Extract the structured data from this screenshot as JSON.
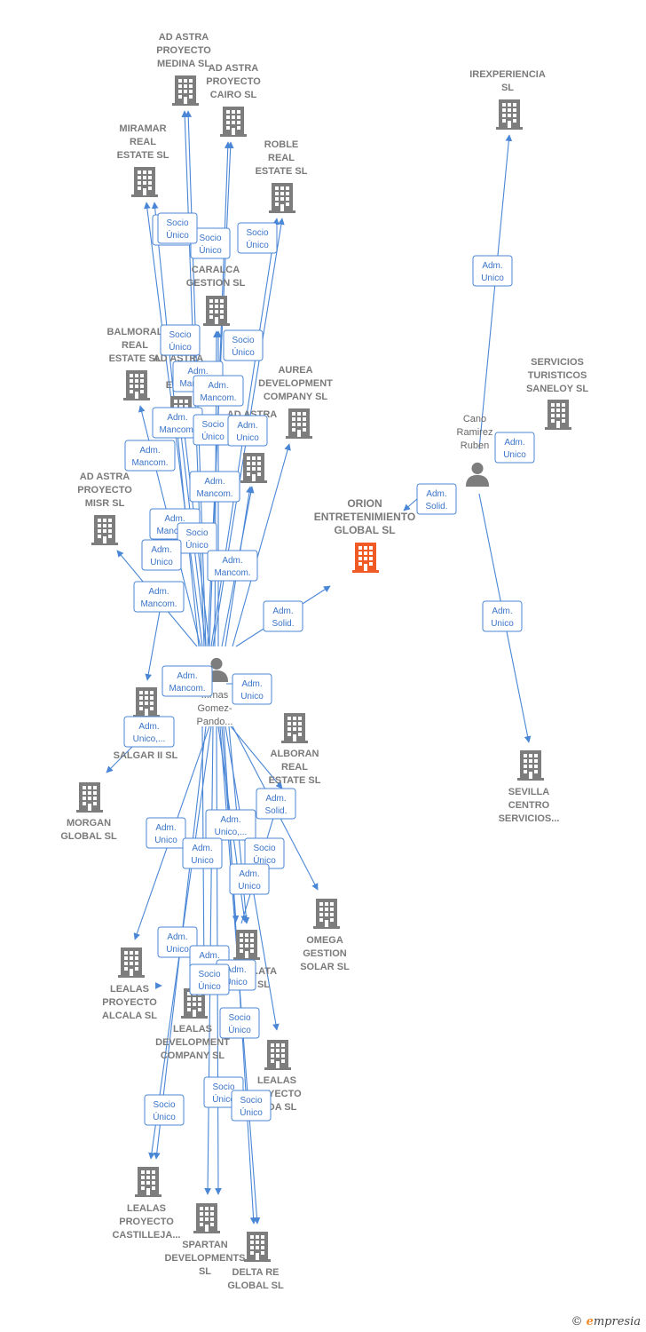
{
  "colors": {
    "edge": "#4a86d6",
    "building": "#7d7d7d",
    "focus_building": "#f05a24",
    "person": "#7d7d7d"
  },
  "nodes": [
    {
      "id": "ad_astra_medina",
      "type": "company",
      "label": [
        "AD ASTRA",
        "PROYECTO",
        "MEDINA  SL"
      ]
    },
    {
      "id": "ad_astra_cairo",
      "type": "company",
      "label": [
        "AD ASTRA",
        "PROYECTO",
        "CAIRO  SL"
      ]
    },
    {
      "id": "miramar",
      "type": "company",
      "label": [
        "MIRAMAR",
        "REAL",
        "ESTATE  SL"
      ]
    },
    {
      "id": "roble",
      "type": "company",
      "label": [
        "ROBLE",
        "REAL",
        "ESTATE  SL"
      ]
    },
    {
      "id": "caralca",
      "type": "company",
      "label": [
        "CARALCA",
        "GESTION  SL"
      ]
    },
    {
      "id": "balmoral",
      "type": "company",
      "label": [
        "BALMORAL",
        "REAL",
        "ESTATE  SL"
      ]
    },
    {
      "id": "ad_astra_r",
      "type": "company",
      "label": [
        "AD ASTRA",
        "R",
        "ESTA"
      ]
    },
    {
      "id": "aurea",
      "type": "company",
      "label": [
        "AUREA",
        "DEVELOPMENT",
        "COMPANY  SL"
      ]
    },
    {
      "id": "ad_astra_to",
      "type": "company",
      "label": [
        "AD ASTRA",
        "TO",
        "SL"
      ]
    },
    {
      "id": "ad_astra_misr",
      "type": "company",
      "label": [
        "AD ASTRA",
        "PROYECTO",
        "MISR  SL"
      ]
    },
    {
      "id": "orion",
      "type": "focus",
      "label": [
        "ORION",
        "ENTRETENIMIENTO",
        "GLOBAL  SL"
      ]
    },
    {
      "id": "irexperiencia",
      "type": "company",
      "label": [
        "IREXPERIENCIA",
        "SL"
      ]
    },
    {
      "id": "servicios_saneloy",
      "type": "company",
      "label": [
        "SERVICIOS",
        "TURISTICOS",
        "SANELOY  SL"
      ]
    },
    {
      "id": "cano",
      "type": "person",
      "label": [
        "Cano",
        "Ramirez",
        "Ruben"
      ]
    },
    {
      "id": "person_main",
      "type": "person",
      "label": [
        "...rnas",
        "Gomez-",
        "Pando..."
      ]
    },
    {
      "id": "salgar",
      "type": "company",
      "label": [
        "S...",
        "IND...S",
        "SALGAR II  SL"
      ]
    },
    {
      "id": "morgan",
      "type": "company",
      "label": [
        "MORGAN",
        "GLOBAL  SL"
      ]
    },
    {
      "id": "alboran",
      "type": "company",
      "label": [
        "ALBORAN",
        "REAL",
        "ESTATE  SL"
      ]
    },
    {
      "id": "sevilla",
      "type": "company",
      "label": [
        "SEVILLA",
        "CENTRO",
        "SERVICIOS..."
      ]
    },
    {
      "id": "omega",
      "type": "company",
      "label": [
        "OMEGA",
        "GESTION",
        "SOLAR  SL"
      ]
    },
    {
      "id": "lealas_alcala",
      "type": "company",
      "label": [
        "LEALAS",
        "PROYECTO",
        "ALCALA  SL"
      ]
    },
    {
      "id": "lealas_ata",
      "type": "company",
      "label": [
        "...ATA",
        "SL"
      ]
    },
    {
      "id": "lealas_dev",
      "type": "company",
      "label": [
        "LEALAS",
        "DEVELOPMENT",
        "COMPANY  SL"
      ]
    },
    {
      "id": "lealas_ida",
      "type": "company",
      "label": [
        "LEALAS",
        "...OYECTO",
        "...IDA  SL"
      ]
    },
    {
      "id": "lealas_castilleja",
      "type": "company",
      "label": [
        "LEALAS",
        "PROYECTO",
        "CASTILLEJA..."
      ]
    },
    {
      "id": "spartan",
      "type": "company",
      "label": [
        "SPARTAN",
        "DEVELOPMENTS",
        "SL"
      ]
    },
    {
      "id": "delta",
      "type": "company",
      "label": [
        "DELTA RE",
        "GLOBAL  SL"
      ]
    }
  ],
  "edge_labels": [
    [
      "Socio",
      "Único"
    ],
    [
      "Socio",
      "Único"
    ],
    [
      "Socio",
      "Único"
    ],
    [
      "Socio",
      "Único"
    ],
    [
      "Socio",
      "Único"
    ],
    [
      "Adm.",
      "Mancom."
    ],
    [
      "Adm.",
      "Mancom."
    ],
    [
      "Adm.",
      "Mancom."
    ],
    [
      "Socio",
      "Único"
    ],
    [
      "Adm.",
      "Unico"
    ],
    [
      "Socio",
      "Único"
    ],
    [
      "Adm.",
      "Mancom."
    ],
    [
      "Adm.",
      "Mancom."
    ],
    [
      "Adm.",
      "Mancom."
    ],
    [
      "Socio",
      "Único"
    ],
    [
      "Adm.",
      "Unico"
    ],
    [
      "Adm.",
      "Mancom."
    ],
    [
      "Adm.",
      "Mancom."
    ],
    [
      "Adm.",
      "Solid."
    ],
    [
      "Adm.",
      "Unico"
    ],
    [
      "Adm.",
      "Unico"
    ],
    [
      "Adm.",
      "Solid."
    ],
    [
      "Adm.",
      "Unico"
    ],
    [
      "Adm.",
      "Mancom."
    ],
    [
      "Adm.",
      "Unico"
    ],
    [
      "Adm.",
      "Unico,..."
    ],
    [
      "Adm.",
      "Solid."
    ],
    [
      "Adm.",
      "Unico"
    ],
    [
      "Adm.",
      "Unico,..."
    ],
    [
      "Adm.",
      "Unico"
    ],
    [
      "Socio",
      "Único"
    ],
    [
      "Adm.",
      "Unico"
    ],
    [
      "Adm.",
      "Unico"
    ],
    [
      "Adm.",
      "Unico"
    ],
    [
      "Adm.",
      "Unico"
    ],
    [
      "Socio",
      "Único"
    ],
    [
      "Socio",
      "Único"
    ],
    [
      "Socio",
      "Único"
    ],
    [
      "Socio",
      "Único"
    ],
    [
      "Socio",
      "Único"
    ]
  ],
  "brand": {
    "copyright": "©",
    "first_letter": "e",
    "rest": "mpresia"
  }
}
